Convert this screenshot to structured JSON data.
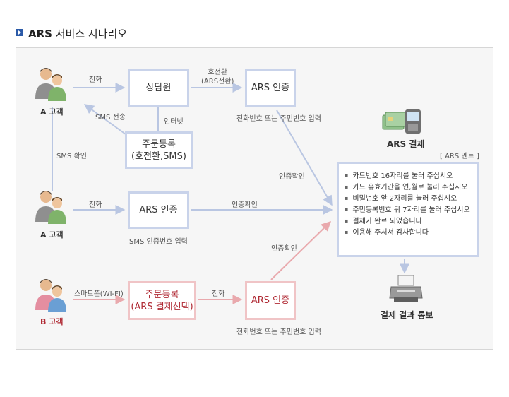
{
  "header": {
    "title_bold": "ARS",
    "title_rest": " 서비스 시나리오"
  },
  "customers": {
    "a1": "A 고객",
    "a2": "A 고객",
    "b": "B 고객"
  },
  "boxes": {
    "counselor": "상담원",
    "ars1": "ARS 인증",
    "order1_line1": "주문등록",
    "order1_line2": "(호전환,SMS)",
    "ars2": "ARS 인증",
    "order2_line1": "주문등록",
    "order2_line2": "(ARS 결제선택)",
    "ars3": "ARS 인증"
  },
  "labels": {
    "call1": "전화",
    "transfer_line1": "호전환",
    "transfer_line2": "(ARS전환)",
    "sms_send": "SMS 전송",
    "internet": "인터넷",
    "phone_or_id1": "전화번호 또는 주민번호 입력",
    "sms_check": "SMS 확인",
    "auth_ok1": "인증확인",
    "call2": "전화",
    "auth_ok2": "인증확인",
    "sms_auth_input": "SMS 인증번호 입력",
    "auth_ok3": "인증확인",
    "smartphone": "스마트폰(WI-FI)",
    "call3": "전화",
    "phone_or_id2": "전화번호 또는 주민번호 입력"
  },
  "payment": {
    "ars_payment": "ARS 결제",
    "ment_title": "[ ARS 멘트 ]",
    "ments": [
      "카드번호 16자리를 눌러 주십시오",
      "카드 유효기간을 연,월로 눌러 주십시오",
      "비밀번호 앞 2자리를 눌러 주십시오",
      "주민등록번호 뒤 7자리를 눌러 주십시오",
      "결제가 완료 되었습니다",
      "이용해 주셔서 감사합니다"
    ],
    "result": "결제 결과 통보"
  },
  "colors": {
    "blue_line": "#b9c6e2",
    "red_line": "#e9a9ad",
    "blue_border": "#c9d3ea",
    "red_border": "#f0c4c6",
    "red_text": "#b02a34"
  }
}
